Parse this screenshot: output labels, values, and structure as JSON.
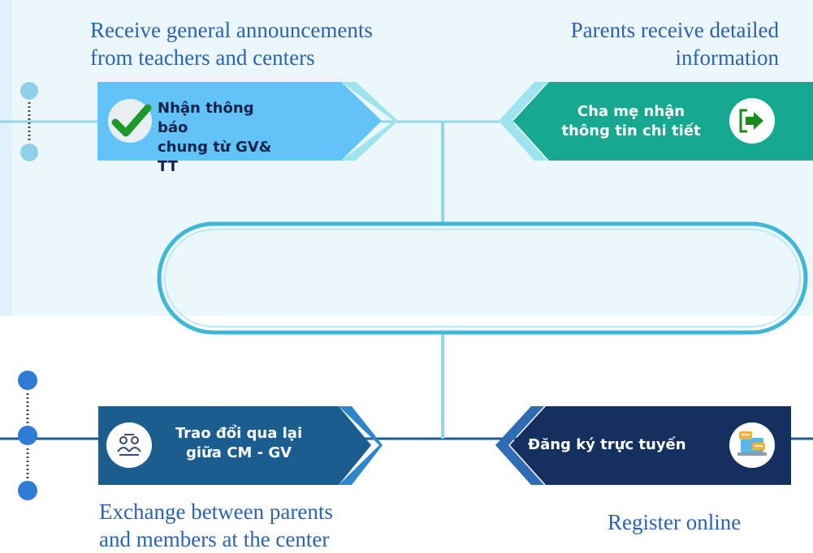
{
  "captions": {
    "top_left": [
      "Receive general announcements",
      "from teachers and centers"
    ],
    "top_right": [
      "Parents receive detailed",
      "information"
    ],
    "bottom_left": [
      "Exchange between parents",
      "and members at the center"
    ],
    "bottom_right": "Register online"
  },
  "cards": {
    "top_left": {
      "lines": [
        "Nhận thông báo",
        "chung từ GV& TT"
      ],
      "icon": "checkmark-icon",
      "color": "#62c3f8"
    },
    "top_right": {
      "lines": [
        "Cha mẹ nhận",
        "thông tin chi tiết"
      ],
      "icon": "exit-arrow-icon",
      "color": "#17a98f"
    },
    "bottom_left": {
      "lines": [
        "Trao đổi qua lại",
        "giữa CM - GV"
      ],
      "icon": "users-exchange-icon",
      "color": "#1b5d8f"
    },
    "bottom_right": {
      "lines": [
        "Đăng ký trực tuyến"
      ],
      "icon": "laptop-chat-icon",
      "color": "#14305e"
    }
  },
  "colors": {
    "connector_top": "#8fd8ea",
    "connector_center": "#3fb8d8",
    "connector_bottom": "#1b5d8f",
    "caption": "#2a63b4"
  }
}
